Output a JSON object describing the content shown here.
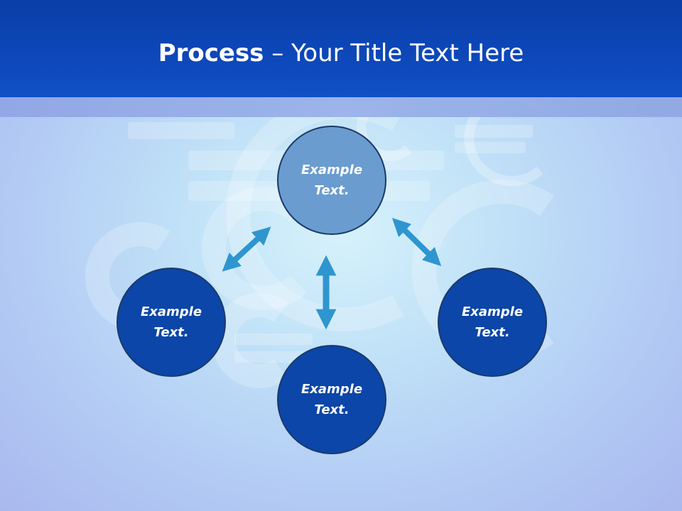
{
  "slide": {
    "title_bold": "Process",
    "title_rest": " – Your Title Text Here"
  },
  "nodes": [
    {
      "id": "top",
      "line1": "Example",
      "line2": "Text."
    },
    {
      "id": "left",
      "line1": "Example",
      "line2": "Text."
    },
    {
      "id": "right",
      "line1": "Example",
      "line2": "Text."
    },
    {
      "id": "bottom",
      "line1": "Example",
      "line2": "Text."
    }
  ],
  "colors": {
    "header": "#0d47b8",
    "node_dark": "#0b46a8",
    "node_highlight": "#6a9ccf",
    "arrow": "#2f95cf",
    "text": "#ffffff"
  }
}
